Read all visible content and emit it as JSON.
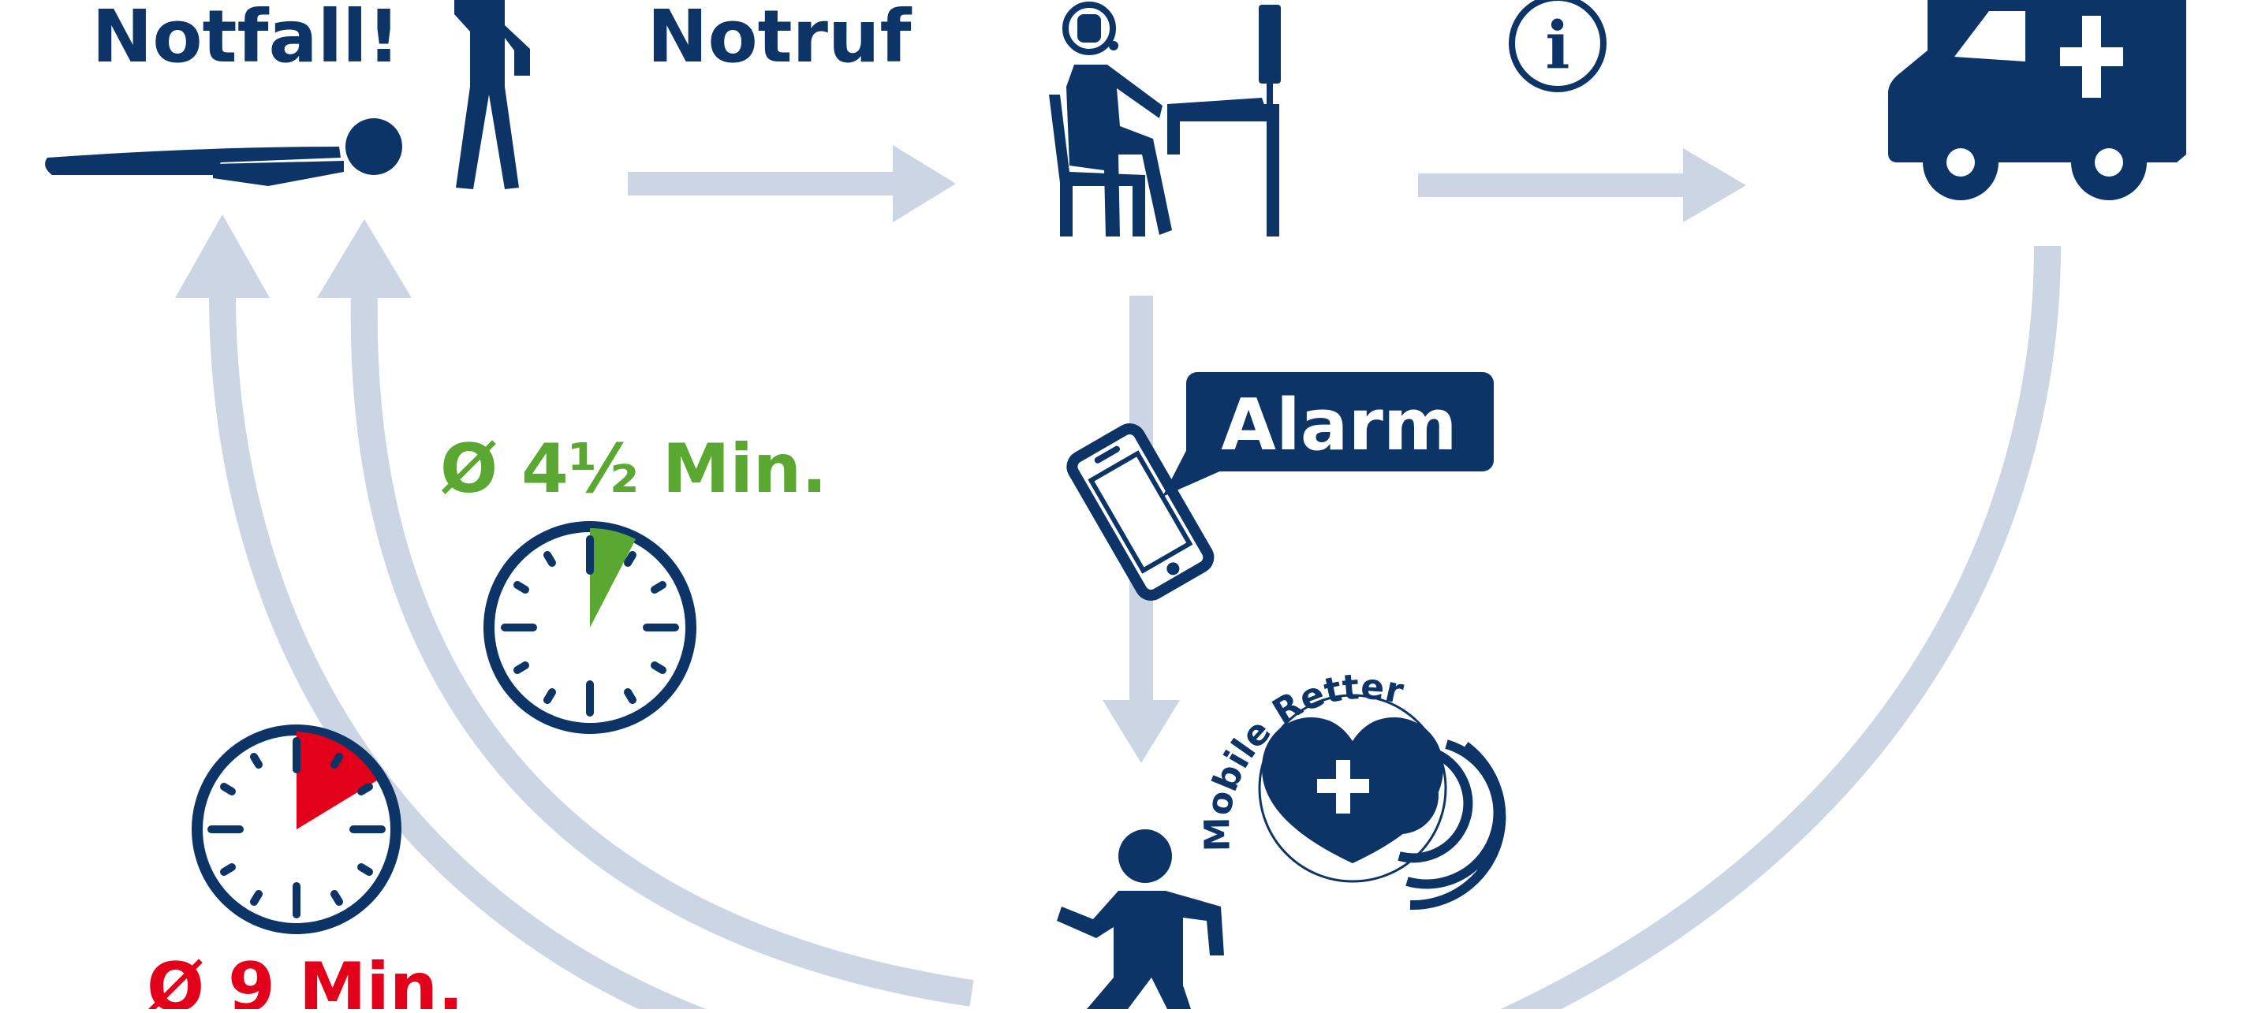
{
  "labels": {
    "emergency": "Notfall!",
    "call": "Notruf",
    "alarm": "Alarm",
    "responder_time": "Ø 4½ Min.",
    "ambulance_time": "Ø 9 Min.",
    "mobile_retter_logo": "Mobile Retter"
  },
  "icons": {
    "info": "i"
  },
  "colors": {
    "navy": "#0d3466",
    "arrow": "#cbd5e4",
    "green": "#5aa832",
    "red": "#e2001a",
    "white": "#ffffff"
  }
}
